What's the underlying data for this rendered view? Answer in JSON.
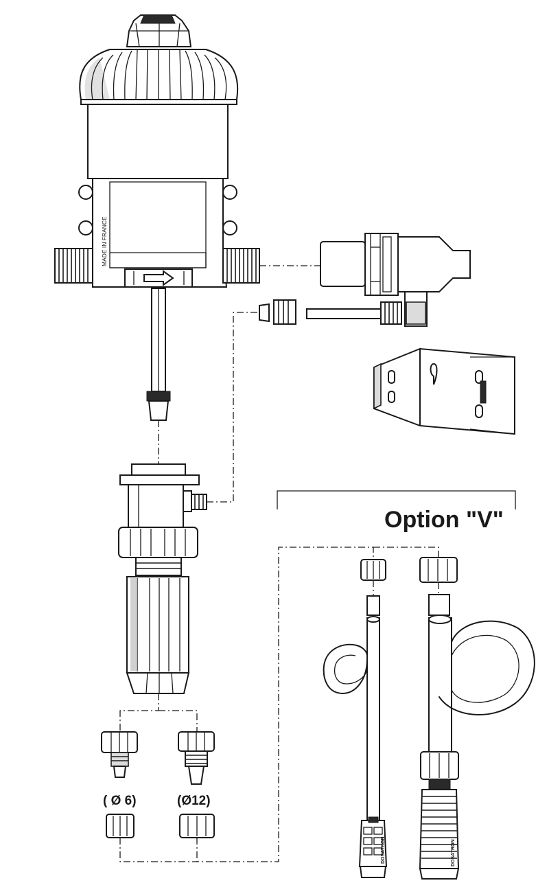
{
  "labels": {
    "option_title": "Option \"V\"",
    "made_in": "MADE IN FRANCE",
    "diameter_small": "( Ø 6)",
    "diameter_large": "(Ø12)",
    "brand_small": "DOSATRON",
    "brand_large": "DOSATRON"
  }
}
